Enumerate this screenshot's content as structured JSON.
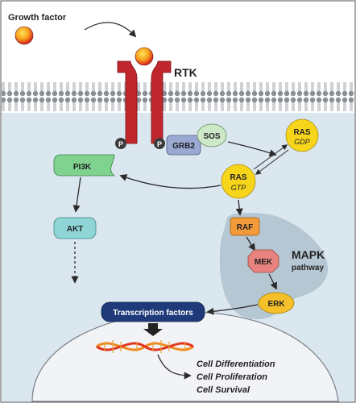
{
  "labels": {
    "growth_factor": "Growth factor",
    "rtk": "RTK",
    "phospho": "P",
    "grb2": "GRB2",
    "sos": "SOS",
    "ras": "RAS",
    "gdp": "GDP",
    "gtp": "GTP",
    "pi3k": "PI3K",
    "akt": "AKT",
    "raf": "RAF",
    "mek": "MEK",
    "erk": "ERK",
    "mapk": "MAPK",
    "pathway": "pathway",
    "transcription_factors": "Transcription factors",
    "outcomes": [
      "Cell Differentiation",
      "Cell Proliferation",
      "Cell Survival"
    ]
  },
  "colors": {
    "cytoplasm": "#dbe7ef",
    "nucleus": "#f1f3f7",
    "receptor": "#c0272d",
    "ligand_outer": "#f7c21b",
    "ligand_inner": "#e3191f",
    "pi3k": "#7fd38e",
    "akt": "#8fd5d6",
    "raf": "#f39a3a",
    "mek": "#e8837f",
    "erk": "#f5c02a",
    "ras": "#f7d51b",
    "grb2": "#9aa8d2",
    "sos": "#cde8c6",
    "mapk_region": "#a9bccb",
    "transcription": "#1e3a7a",
    "dna_orange": "#f08a1f",
    "dna_red": "#e2331d"
  }
}
